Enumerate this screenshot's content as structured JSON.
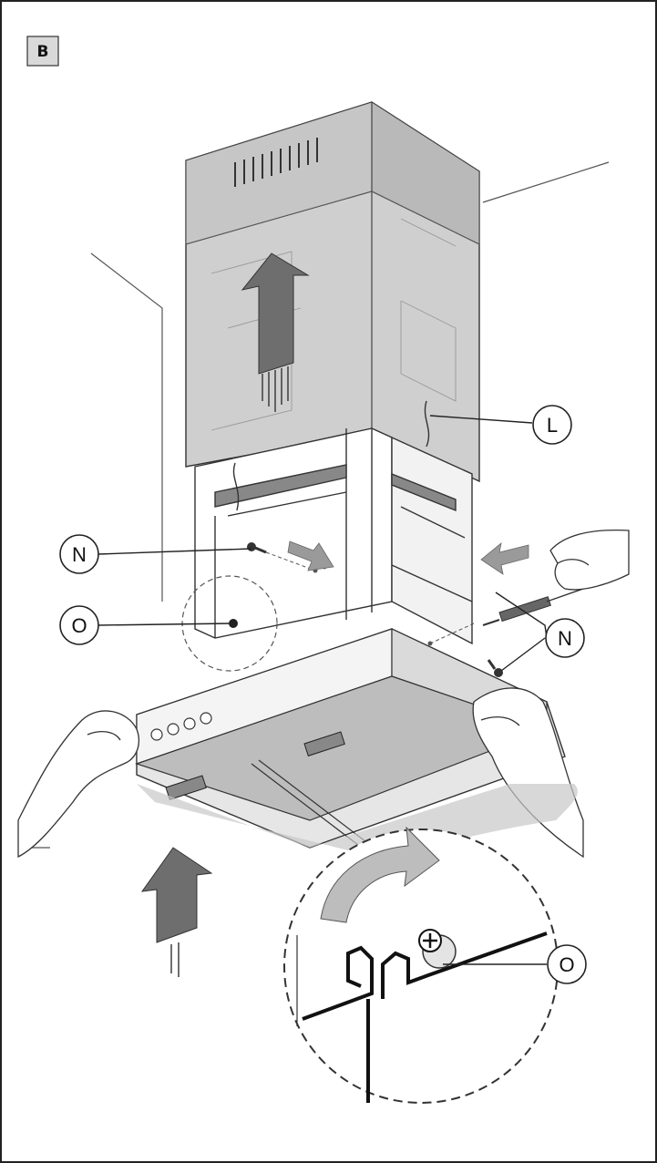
{
  "figure": {
    "panel_badge": "B",
    "callouts": {
      "L": "L",
      "N_left": "N",
      "O_left": "O",
      "N_right": "N",
      "O_detail": "O"
    }
  }
}
